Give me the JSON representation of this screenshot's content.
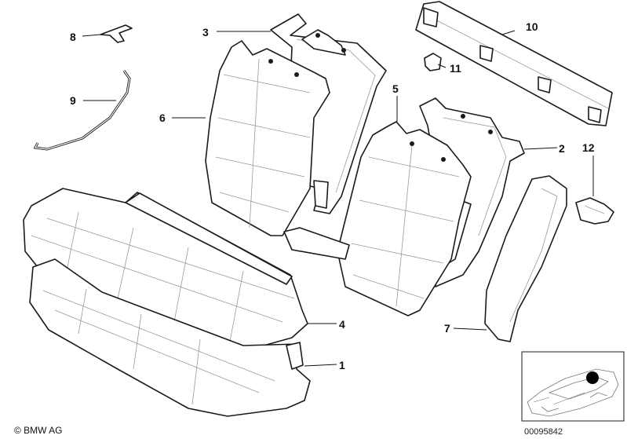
{
  "callouts": {
    "c1": "1",
    "c2": "2",
    "c3": "3",
    "c4": "4",
    "c5": "5",
    "c6": "6",
    "c7": "7",
    "c8": "8",
    "c9": "9",
    "c10": "10",
    "c11": "11",
    "c12": "12"
  },
  "copyright": "© BMW AG",
  "diagram_number": "00095842",
  "colors": {
    "outline": "#1a1a1a",
    "background": "#ffffff",
    "locator_dot": "#000000"
  }
}
